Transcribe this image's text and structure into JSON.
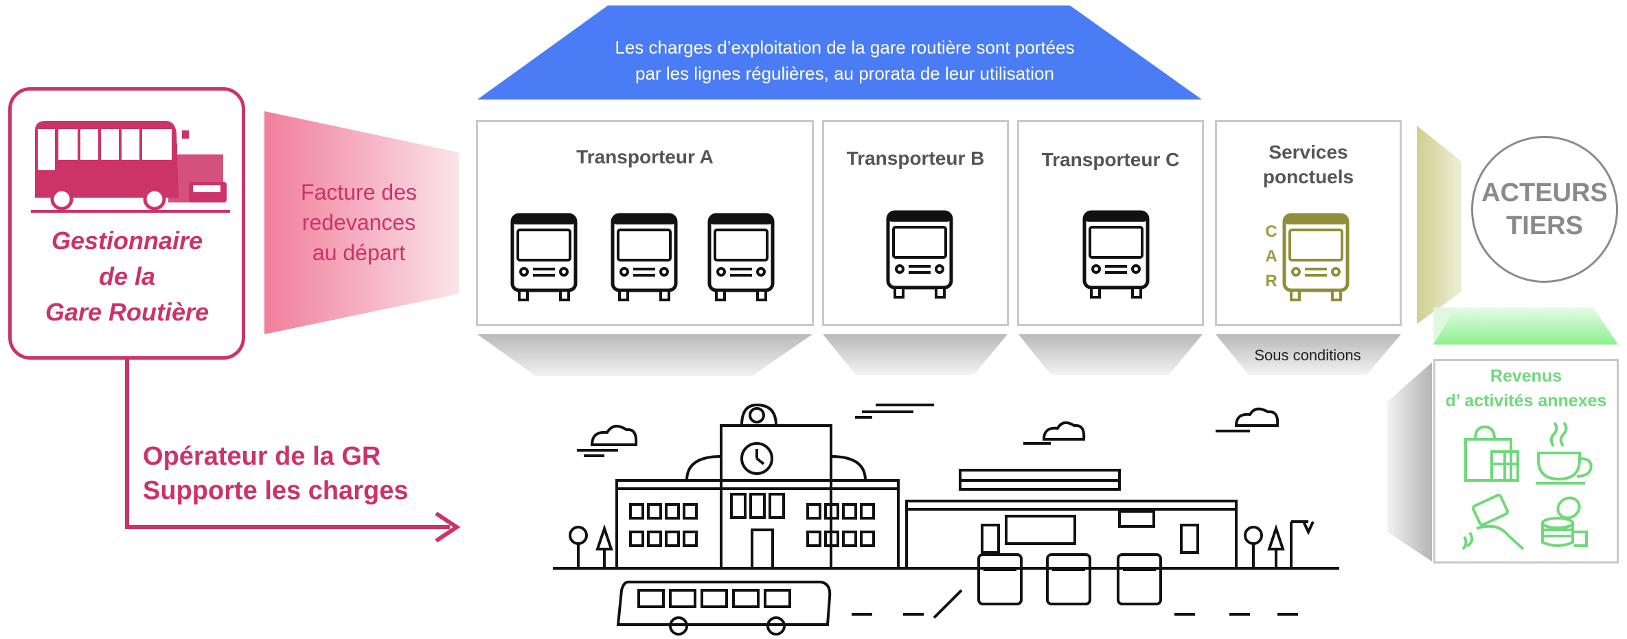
{
  "banner": {
    "line1": "Les charges d’exploitation de la gare routière sont portées",
    "line2": "par les lignes régulières, au prorata de leur utilisation"
  },
  "gestionnaire": {
    "line1": "Gestionnaire",
    "line2": "de la",
    "line3": "Gare Routière"
  },
  "facture": {
    "line1": "Facture des",
    "line2": "redevances",
    "line3": "au départ"
  },
  "operateur": {
    "line1": "Opérateur de la GR",
    "line2": "Supporte les charges"
  },
  "transporters": [
    {
      "label": "Transporteur A"
    },
    {
      "label": "Transporteur B"
    },
    {
      "label": "Transporteur C"
    }
  ],
  "services": {
    "line1": "Services",
    "line2": "ponctuels",
    "car_letters": [
      "C",
      "A",
      "R"
    ],
    "condition": "Sous conditions"
  },
  "acteurs": {
    "line1": "ACTEURS",
    "line2": "TIERS"
  },
  "revenus": {
    "line1": "Revenus",
    "line2": "d’ activités annexes"
  },
  "colors": {
    "pink": "#cc3366",
    "blue": "#4a7cf5",
    "olive": "#8f8f3a",
    "green": "#6fd97a",
    "gray": "#555555"
  }
}
